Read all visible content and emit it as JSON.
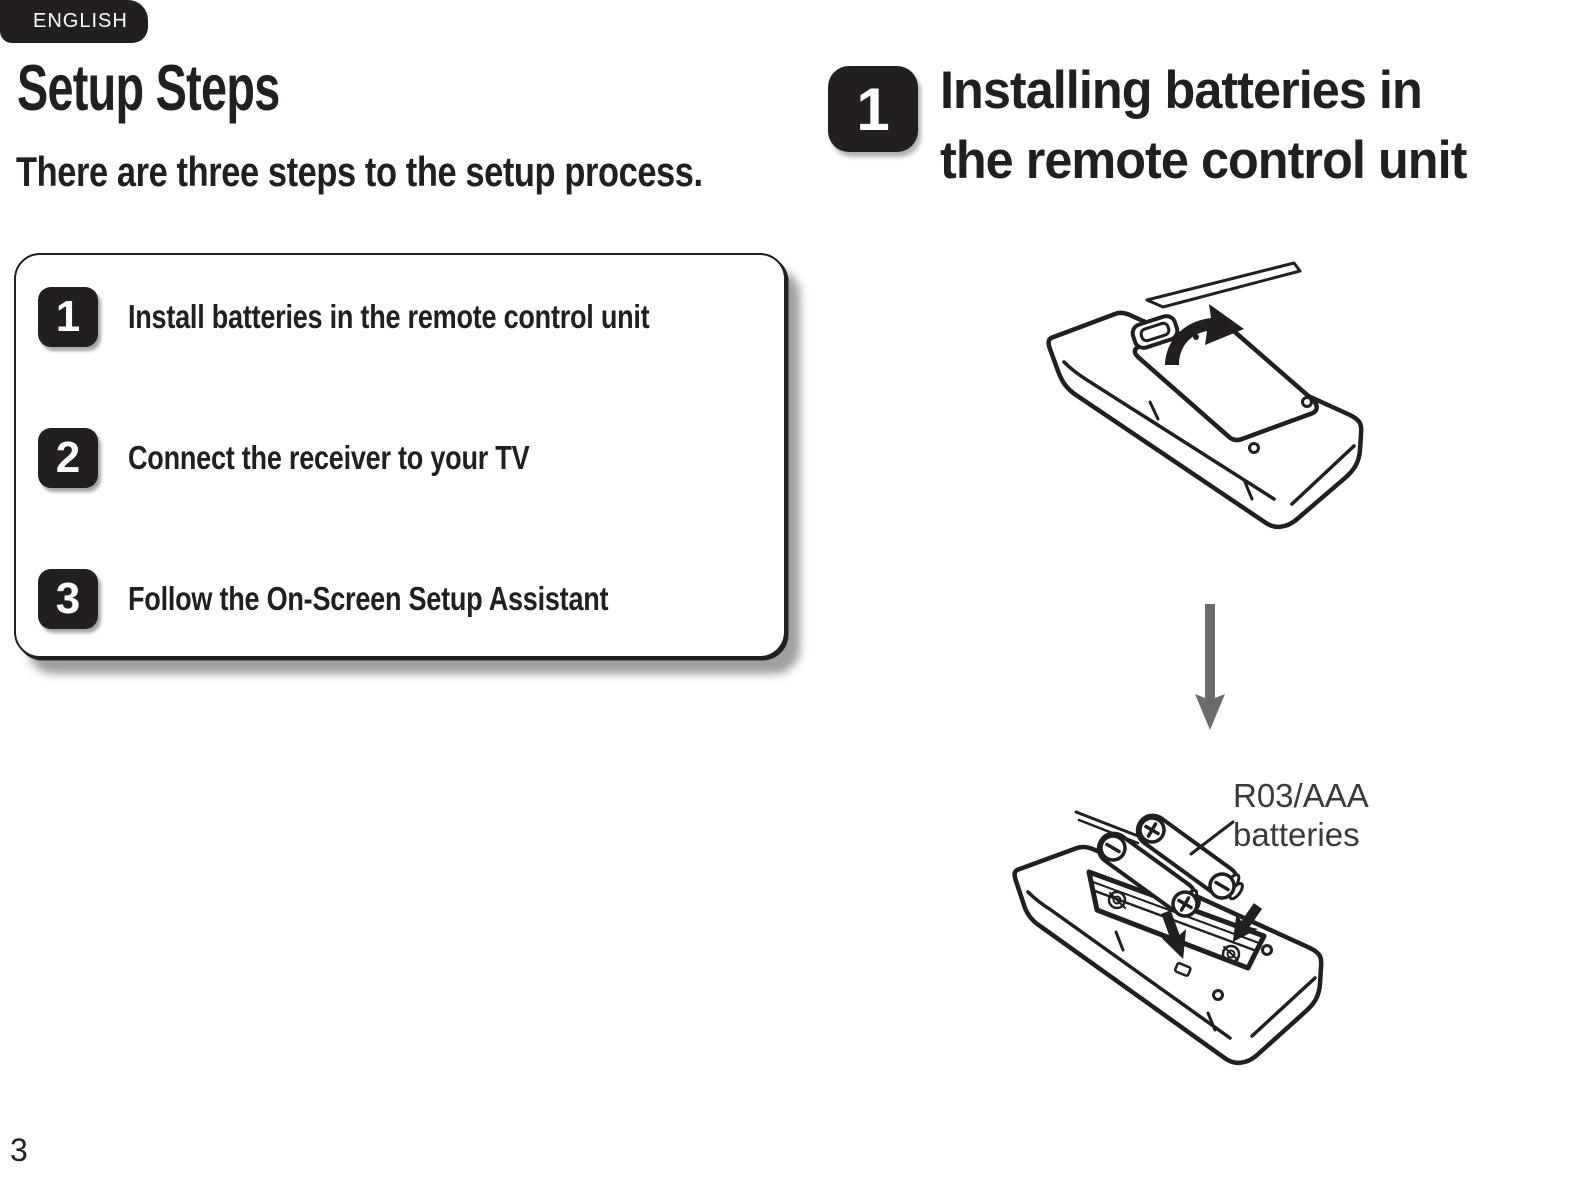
{
  "page": {
    "language_tab": "ENGLISH",
    "page_number": "3",
    "colors": {
      "ink": "#231f20",
      "background": "#ffffff",
      "down_arrow_gray": "#6b6b6b",
      "caption_gray": "#3a3a3a"
    }
  },
  "left_column": {
    "title": "Setup Steps",
    "subtitle": "There are three steps to the setup process.",
    "steps": [
      {
        "number": "1",
        "label": "Install batteries in the remote control unit"
      },
      {
        "number": "2",
        "label": "Connect the receiver to your TV"
      },
      {
        "number": "3",
        "label": "Follow the On-Screen Setup Assistant"
      }
    ]
  },
  "right_column": {
    "step_number": "1",
    "title_lines": [
      "Installing batteries in",
      "the remote control unit"
    ],
    "battery_label_lines": [
      "R03/AAA",
      "batteries"
    ],
    "illustrations": [
      "remote control unit seen from the back with battery cover being opened (curved arrow)",
      "remote control unit with open battery compartment and two R03/AAA batteries being inserted (insertion arrows, polarity marks)"
    ]
  }
}
